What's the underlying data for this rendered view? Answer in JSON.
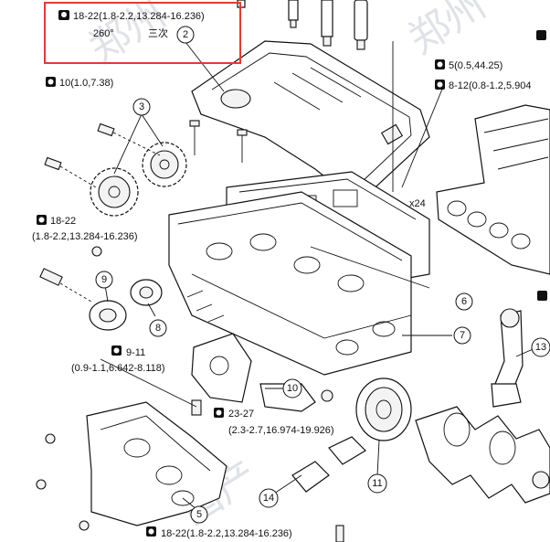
{
  "torque_specs": [
    {
      "id": "t1",
      "text": "18-22(1.8-2.2,13.284-16.236)"
    },
    {
      "id": "t1b",
      "text": "260°"
    },
    {
      "id": "t1c",
      "text": "三次"
    },
    {
      "id": "t2",
      "text": "10(1.0,7.38)"
    },
    {
      "id": "t3",
      "text": "18-22"
    },
    {
      "id": "t3b",
      "text": "(1.8-2.2,13.284-16.236)"
    },
    {
      "id": "t4",
      "text": "9-11"
    },
    {
      "id": "t4b",
      "text": "(0.9-1.1,6.642-8.118)"
    },
    {
      "id": "t5",
      "text": "23-27"
    },
    {
      "id": "t5b",
      "text": "(2.3-2.7,16.974-19.926)"
    },
    {
      "id": "t6",
      "text": "18-22(1.8-2.2,13.284-16.236)"
    },
    {
      "id": "t7",
      "text": "5(0.5,44.25)"
    },
    {
      "id": "t8",
      "text": "8-12(0.8-1.2,5.904"
    },
    {
      "id": "t9",
      "text": "x24"
    }
  ],
  "callouts": [
    "2",
    "3",
    "6",
    "7",
    "8",
    "9",
    "10",
    "11",
    "13",
    "14",
    "5"
  ],
  "watermarks": [
    "郑州",
    "郑州",
    "郑州",
    "国产"
  ],
  "colors": {
    "highlight_box": "#e53935",
    "line": "#111111",
    "watermark": "#c9ccd6"
  }
}
